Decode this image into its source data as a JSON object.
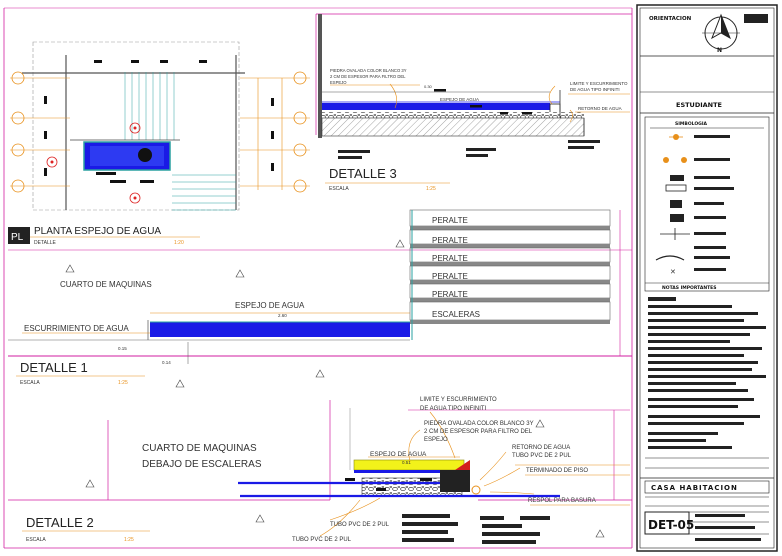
{
  "sheet": {
    "orientation_label": "ORIENTACION",
    "student_label": "ESTUDIANTE",
    "legend_label": "SIMBOLOGIA",
    "notes_label": "NOTAS IMPORTANTES",
    "project_title": "CASA HABITACION",
    "sheet_code": "DET-05",
    "north_letter": "N"
  },
  "planta": {
    "badge": "PL",
    "title": "PLANTA ESPEJO DE AGUA",
    "sub": "DETALLE",
    "scale": "1:20"
  },
  "detalle1": {
    "title": "DETALLE 1",
    "scale_label": "ESCALA",
    "scale": "1:25",
    "room": "CUARTO DE MAQUINAS",
    "mirror": "ESPEJO DE AGUA",
    "mirror_dim": "2.60",
    "runoff": "ESCURRIMIENTO DE AGUA",
    "dim_a": "0.15",
    "dim_b": "0.14",
    "steps": [
      "PERALTE",
      "PERALTE",
      "PERALTE",
      "PERALTE",
      "PERALTE",
      "ESCALERAS"
    ]
  },
  "detalle2": {
    "title": "DETALLE 2",
    "scale_label": "ESCALA",
    "scale": "1:25",
    "room_l1": "CUARTO DE MAQUINAS",
    "room_l2": "DEBAJO DE ESCALERAS",
    "mirror": "ESPEJO DE AGUA",
    "mirror_dim": "0.51",
    "limit_l1": "LIMITE Y ESCURRIMIENTO",
    "limit_l2": "DE AGUA TIPO INFINITI",
    "stone_l1": "PIEDRA OVALADA COLOR BLANCO 3Y",
    "stone_l2": "2 CM DE ESPESOR PARA FILTRO DEL",
    "stone_l3": "ESPEJO",
    "return_l1": "RETORNO DE AGUA",
    "return_l2": "TUBO PVC DE 2 PUL",
    "floor_end": "TERMINADO DE PISO",
    "drain": "RESPOL PARA BASURA",
    "pipe1": "TUBO PVC DE 2 PUL",
    "pipe2": "TUBO PVC DE 2 PUL"
  },
  "detalle3": {
    "title": "DETALLE 3",
    "scale_label": "ESCALA",
    "scale": "1:25",
    "stone_l1": "PIEDRA OVALADA COLOR BLANCO 3Y",
    "stone_l2": "2 CM DE ESPESOR PARA FILTRO DEL",
    "stone_l3": "ESPEJO",
    "mirror": "ESPEJO DE AGUA",
    "limit_l1": "LIMITE Y ESCURRIMIENTO",
    "limit_l2": "DE AGUA TIPO INFINITI",
    "return": "RETORNO DE AGUA",
    "dim": "0.30"
  },
  "colors": {
    "water": "#1a1ae6",
    "orange": "#e8901a",
    "magenta": "#d21ea0",
    "yellow": "#f2f21a"
  }
}
